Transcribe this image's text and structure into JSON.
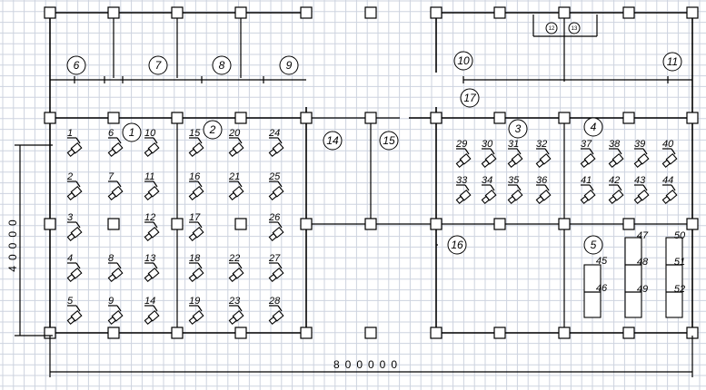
{
  "dimensions": {
    "height_label": "40000",
    "width_label": "800000"
  },
  "room_labels": [
    "1",
    "2",
    "3",
    "4",
    "5",
    "6",
    "7",
    "8",
    "9",
    "10",
    "11",
    "14",
    "15",
    "16",
    "17"
  ],
  "small_labels": [
    "12",
    "13"
  ],
  "seat_numbers": [
    "1",
    "2",
    "3",
    "4",
    "5",
    "6",
    "7",
    "8",
    "9",
    "10",
    "11",
    "12",
    "13",
    "14",
    "15",
    "16",
    "17",
    "18",
    "19",
    "20",
    "21",
    "22",
    "23",
    "24",
    "25",
    "26",
    "27",
    "28",
    "29",
    "30",
    "31",
    "32",
    "33",
    "34",
    "35",
    "36",
    "37",
    "38",
    "39",
    "40",
    "41",
    "42",
    "43",
    "44",
    "45",
    "46",
    "47",
    "48",
    "49",
    "50",
    "51",
    "52"
  ]
}
